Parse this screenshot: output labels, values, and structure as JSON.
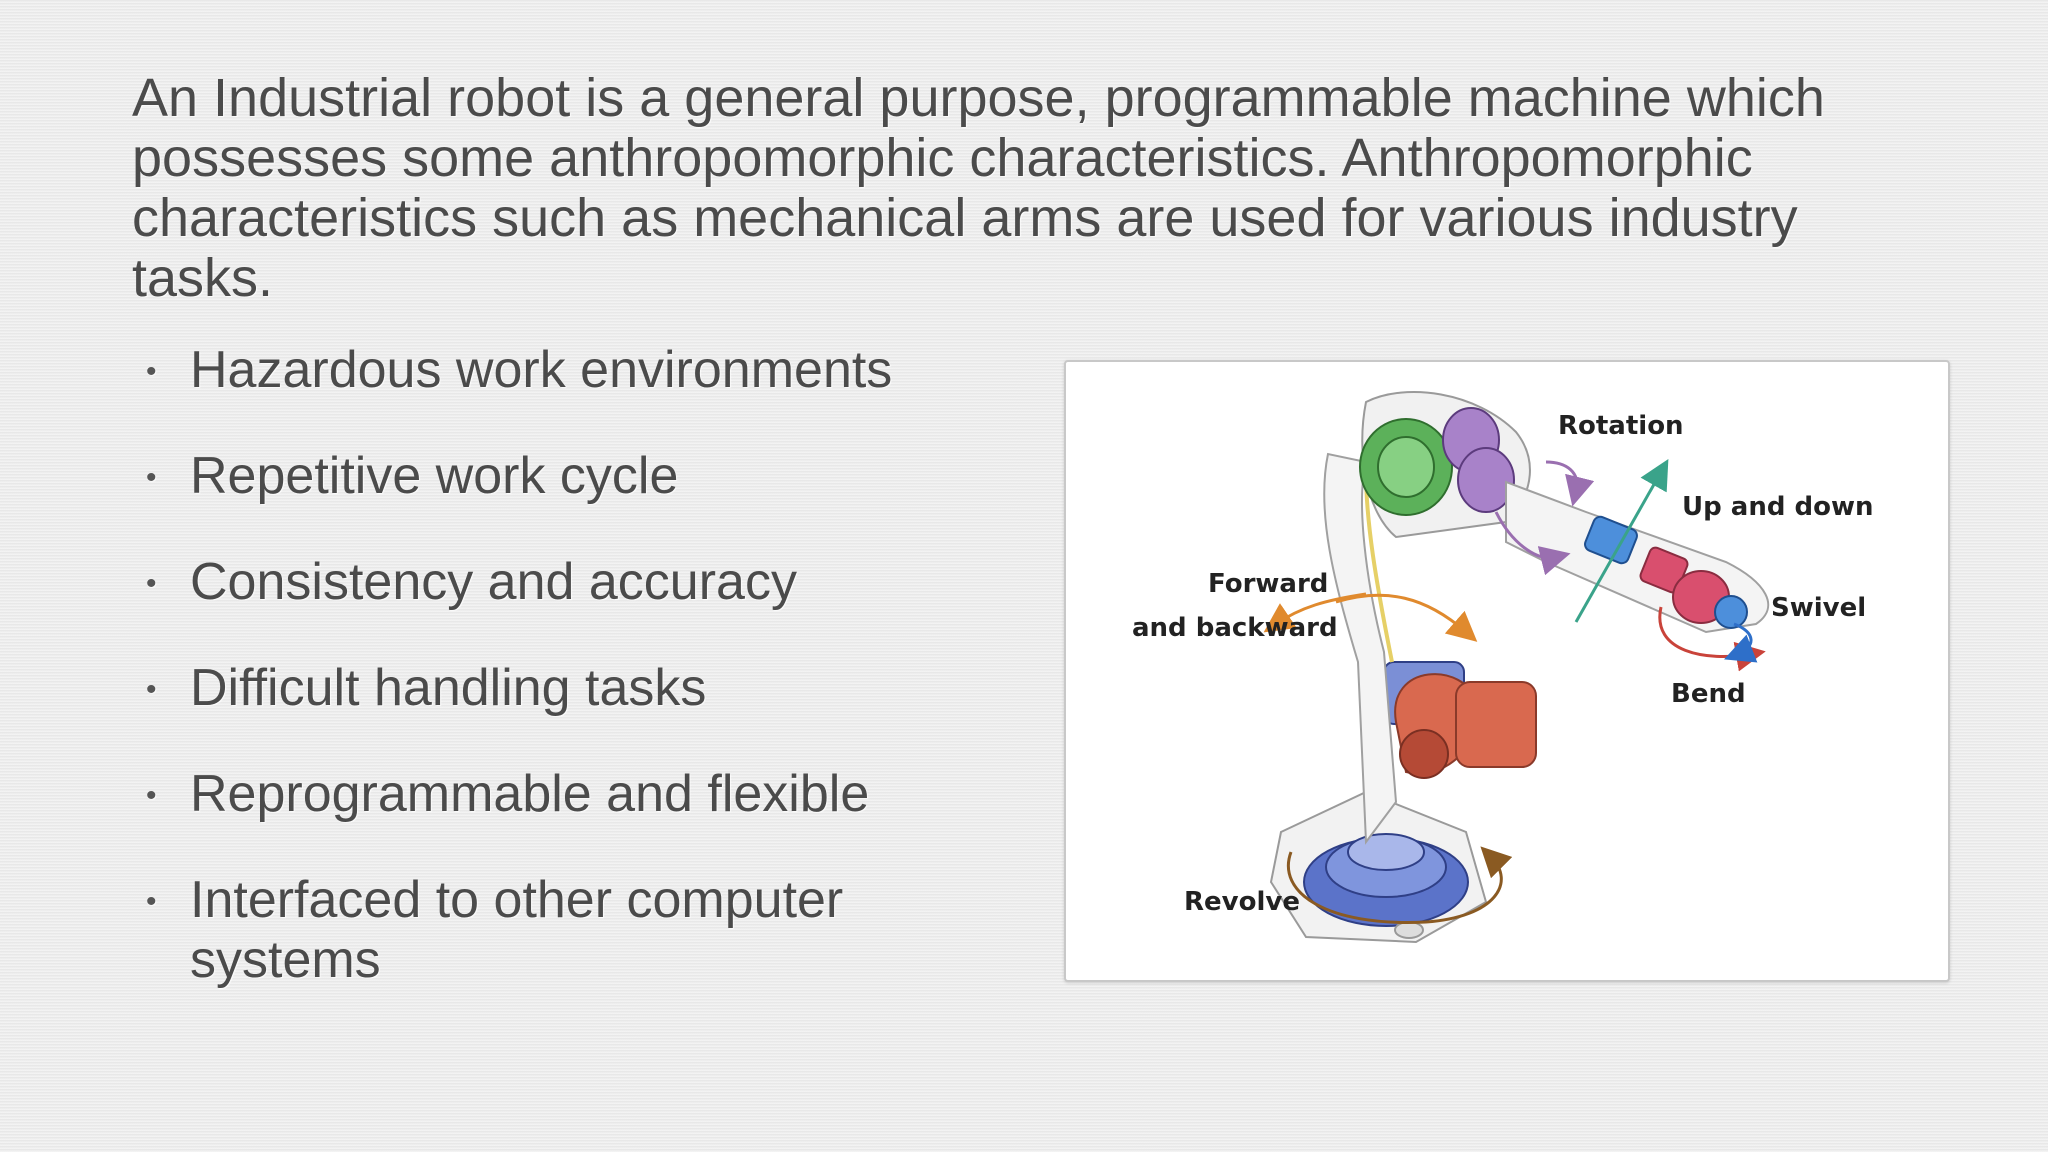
{
  "intro": "An Industrial robot is a general purpose, programmable machine which possesses some anthropomorphic characteristics. Anthropomorphic characteristics such as mechanical arms are used for various industry tasks.",
  "bullets": [
    "Hazardous work environments",
    "Repetitive work cycle",
    "Consistency and accuracy",
    "Difficult handling tasks",
    "Reprogrammable and flexible",
    "Interfaced to other computer systems"
  ],
  "bullet_glyph": "•",
  "figure": {
    "labels": {
      "rotation": "Rotation",
      "up_down": "Up and down",
      "forward": "Forward",
      "backward": "and backward",
      "swivel": "Swivel",
      "bend": "Bend",
      "revolve": "Revolve"
    }
  }
}
